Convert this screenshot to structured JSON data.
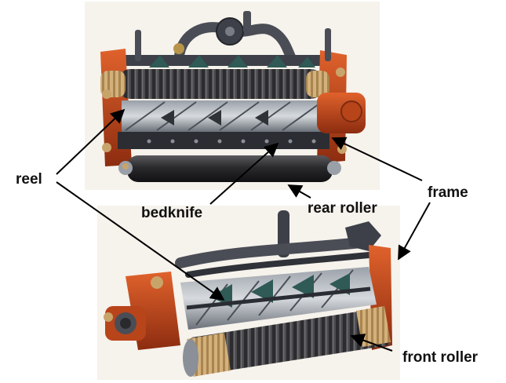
{
  "labels": {
    "reel": "reel",
    "frame": "frame",
    "bedknife": "bedknife",
    "rear_roller": "rear roller",
    "front_roller": "front roller"
  },
  "colors": {
    "frame_orange": "#c8461c",
    "frame_dark": "#8c2c10",
    "steel": "#505560",
    "roller_dark": "#2a2a2c",
    "roller_tan": "#c9a46a",
    "panel_bg": "#f6f2ec",
    "blade_teal": "#2f5a55",
    "label_text": "#111111"
  },
  "icons": [
    "reel-mower-cutting-unit-top-view",
    "reel-mower-cutting-unit-perspective-view"
  ]
}
